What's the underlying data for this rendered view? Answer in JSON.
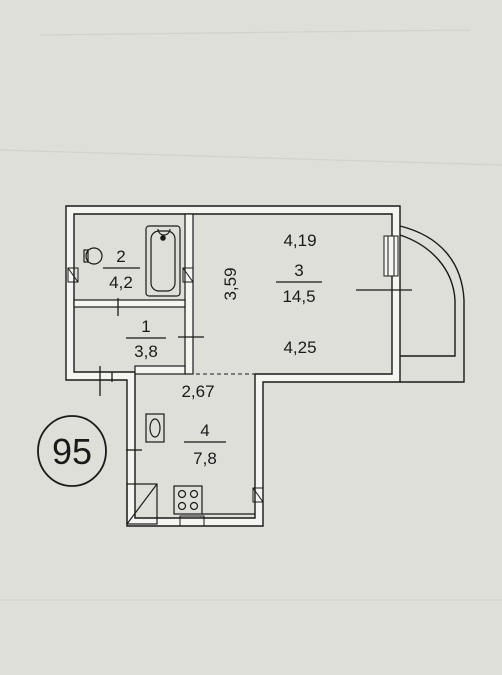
{
  "plan": {
    "apartment_number": "95",
    "rooms": [
      {
        "number": "2",
        "area": "4,2"
      },
      {
        "number": "1",
        "area": "3,8"
      },
      {
        "number": "3",
        "area": "14,5"
      },
      {
        "number": "4",
        "area": "7,8"
      }
    ],
    "dimensions": {
      "room3_top_width": "4,19",
      "room3_height": "3,59",
      "room3_bottom_width": "4,25",
      "room4_width": "2,67"
    },
    "colors": {
      "paper": "#dedfd9",
      "wall_fill": "#f4f4f1",
      "line": "#1a1a1a"
    }
  }
}
